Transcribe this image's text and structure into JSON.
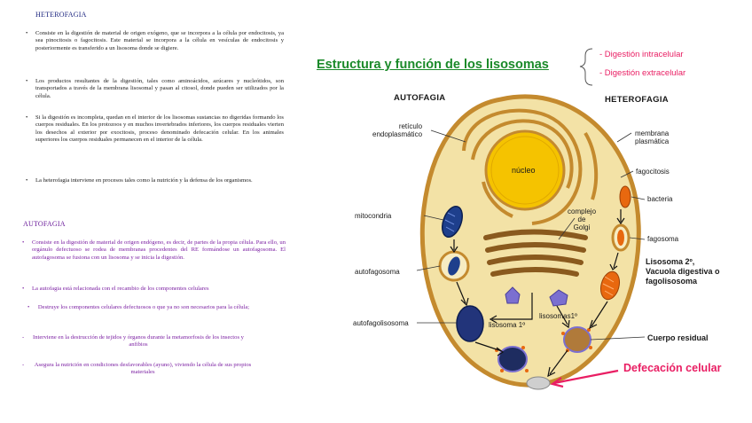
{
  "heterofagia": {
    "title": "HETEROFAGIA",
    "bullets": [
      "Consiste en la digestión de material de origen exógeno, que se incorpora a la célula por endocitosis, ya sea pinocitosis o fagocitosis. Este material se incorpora a la célula en vesículas de endocitosis y posteriormente es transferido a un lisosoma donde se digiere.",
      "Los productos resultantes de la digestión, tales como aminoácidos, azúcares y nucleótidos, son transportados a través de la membrana lisosomal y pasan al citosol, donde pueden ser utilizados por la célula.",
      "Si la digestión es incompleta, quedan en el interior de los lisosomas sustancias no digeridas formando los cuerpos residuales. En los protozoos y en muchos invertebrados inferiores, los cuerpos residuales vierten los desechos al exterior por exocitosis, proceso denominado defecación celular. En los animales superiores los cuerpos residuales permanecen en el interior de la célula.",
      "La heterofagia interviene en procesos tales como la nutrición y la defensa de los organismos."
    ]
  },
  "autofagia": {
    "title": "AUTOFAGIA",
    "bullets": [
      "Consiste en la digestión de material de origen endógeno, es decir, de partes de la propia célula. Para ello, un orgánulo defectuoso se rodea de membranas procedentes del RE formándose un autofagosoma. El autofagosoma se fusiona con un lisosoma y se inicia la digestión.",
      "La autofagia está relacionada con el recambio de los componentes celulares",
      "Destruye los componentes celulares defectuosos o que ya no son necesarios para la célula;",
      "Interviene en la destrucción de tejidos y órganos durante la metamorfosis de los insectos y anfibios",
      "Asegura la nutrición en condiciones desfavorables (ayuno), viviendo la célula de sus propios materiales"
    ]
  },
  "diagram": {
    "title": "Estructura y función de los lisosomas",
    "brace_items": [
      "- Digestión intracelular",
      "- Digestión extracelular"
    ],
    "headers": {
      "left": "AUTOFAGIA",
      "right": "HETEROFAGIA"
    },
    "labels": {
      "reticulo": [
        "retículo",
        "endoplasmático"
      ],
      "nucleo": "núcleo",
      "membrana": [
        "membrana",
        "plasmática"
      ],
      "fagocitosis": "fagocitosis",
      "bacteria": "bacteria",
      "complejo": [
        "complejo",
        "de",
        "Golgi"
      ],
      "mitocondria": "mitocondria",
      "fagosoma": "fagosoma",
      "autofagosoma": "autofagosoma",
      "lisosoma2": [
        "Lisosoma 2º,",
        "Vacuola digestiva o",
        "fagolisosoma"
      ],
      "lisosomas1": "lisosomas1º",
      "autofagolisosoma": "autofagolisosoma",
      "lisosoma1": "lisosoma 1º",
      "cuerpo": "Cuerpo residual",
      "defecacion": "Defecación celular"
    },
    "colors": {
      "cytoplasm": "#f3e2a6",
      "membrane": "#c48a2e",
      "nucleus": "#f5c300",
      "mitochondria": "#1e3f8c",
      "lysosome": "#7b6fd0",
      "phagosome": "#e8680f",
      "accent_pink": "#e91e63",
      "title_green": "#1b8a2a"
    }
  }
}
